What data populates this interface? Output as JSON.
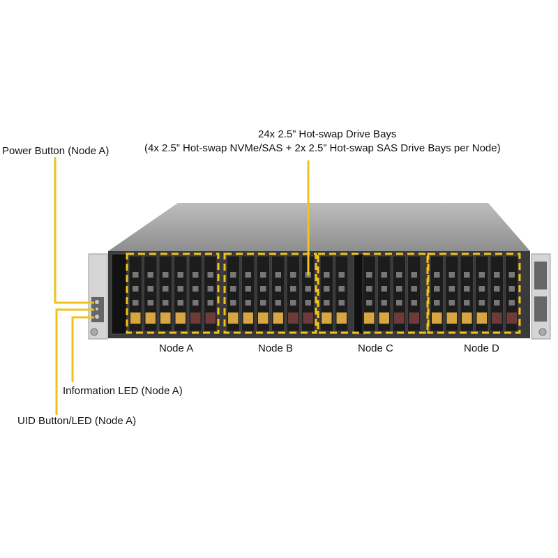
{
  "title": {
    "line1": "24x 2.5” Hot-swap Drive Bays",
    "line2": "(4x 2.5” Hot-swap NVMe/SAS + 2x 2.5” Hot-swap SAS Drive Bays per Node)"
  },
  "callouts": {
    "power": "Power Button (Node A)",
    "info": "Information  LED (Node A)",
    "uid": "UID Button/LED (Node A)"
  },
  "nodes": [
    {
      "label": "Node A",
      "drives": [
        "nvme",
        "nvme",
        "nvme",
        "nvme",
        "sas",
        "sas"
      ]
    },
    {
      "label": "Node B",
      "drives": [
        "nvme",
        "nvme",
        "nvme",
        "nvme",
        "sas",
        "sas"
      ]
    },
    {
      "label": "Node C",
      "drives": [
        "nvme",
        "nvme",
        "nvme",
        "nvme",
        "sas",
        "sas"
      ]
    },
    {
      "label": "Node D",
      "drives": [
        "nvme",
        "nvme",
        "nvme",
        "nvme",
        "sas",
        "sas"
      ]
    }
  ],
  "colors": {
    "callout": "#f2c21b",
    "nvme_latch": "#d8a640",
    "sas_latch": "#6e3b3b",
    "chassis": "#9a9a9a",
    "drive": "#1c1c1c"
  }
}
